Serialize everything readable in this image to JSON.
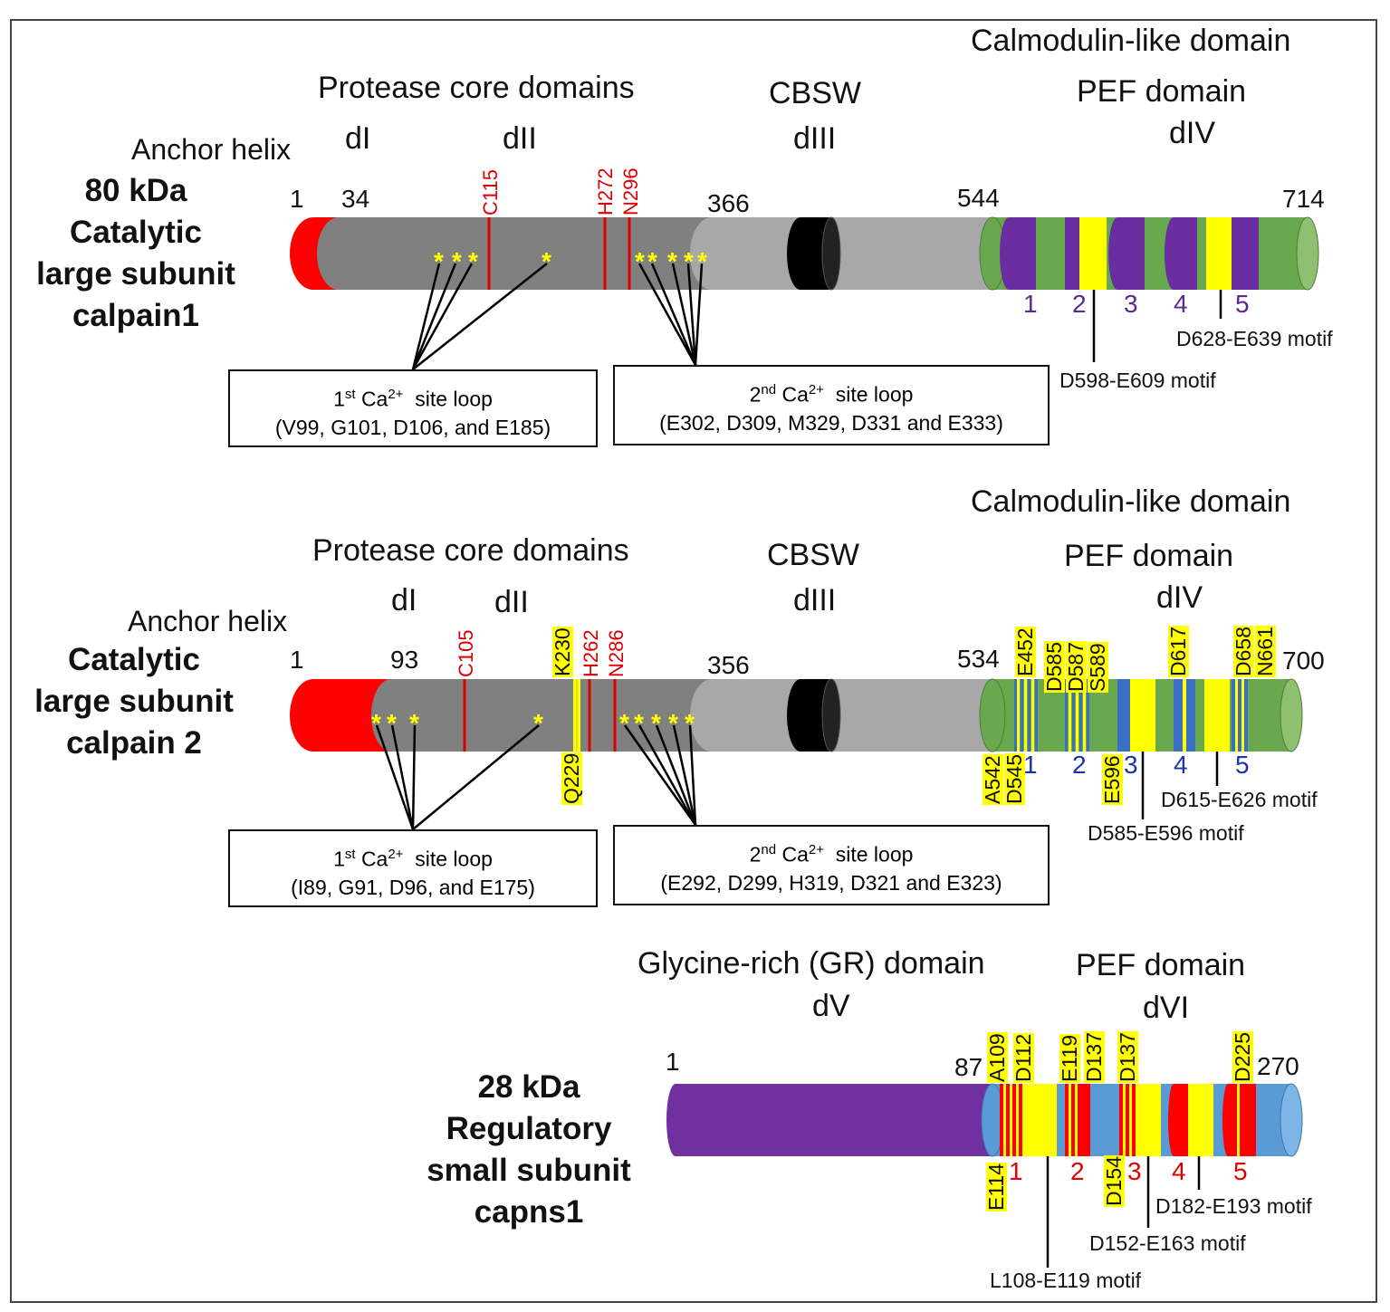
{
  "colors": {
    "anchor": "#ff0000",
    "core": "#808080",
    "cbsw": "#a8a8a8",
    "band": "#000000",
    "pef_large": "#6aa84f",
    "ef_hand_large1": "#6a2ea0",
    "ef_hand_large2": "#3a6fc4",
    "gr_domain": "#7030a0",
    "pef_small": "#5b9bd5",
    "motif_highlight": "#ffff00"
  },
  "calpain1": {
    "label_line1": "80 kDa",
    "label_line2": "Catalytic",
    "label_line3": "large subunit",
    "label_line4": "calpain1",
    "anchor": "Anchor helix",
    "core_title": "Protease core domains",
    "dI": "dI",
    "dII": "dII",
    "cbsw": "CBSW",
    "dIII": "dIII",
    "cam": "Calmodulin-like domain",
    "pef": "PEF domain",
    "dIV": "dIV",
    "pos_1": "1",
    "pos_34": "34",
    "pos_366": "366",
    "pos_544": "544",
    "pos_714": "714",
    "c115": "C115",
    "h272": "H272",
    "n296": "N296",
    "ef_nums": [
      "1",
      "2",
      "3",
      "4",
      "5"
    ],
    "motif_a": "D628-E639 motif",
    "motif_b": "D598-E609 motif",
    "site1_title": "site loop",
    "site1_ord": "1",
    "site1_sup": "st",
    "site1_res": "(V99, G101, D106, and E185)",
    "site2_ord": "2",
    "site2_sup": "nd",
    "site2_title": "site loop",
    "site2_res": "(E302, D309, M329, D331 and E333)",
    "ca": "Ca",
    "ca_sup": "2+"
  },
  "calpain2": {
    "label_line1": "Catalytic",
    "label_line2": "large subunit",
    "label_line3": "calpain 2",
    "anchor": "Anchor helix",
    "core_title": "Protease core domains",
    "dI": "dI",
    "dII": "dII",
    "cbsw": "CBSW",
    "dIII": "dIII",
    "cam": "Calmodulin-like domain",
    "pef": "PEF domain",
    "dIV": "dIV",
    "pos_1": "1",
    "pos_93": "93",
    "pos_356": "356",
    "pos_534": "534",
    "pos_700": "700",
    "c105": "C105",
    "k230": "K230",
    "h262": "H262",
    "n286": "N286",
    "q229": "Q229",
    "e452": "E452",
    "d585": "D585",
    "d587": "D587",
    "s589": "S589",
    "d617": "D617",
    "d658": "D658",
    "n661": "N661",
    "a542": "A542",
    "d545": "D545",
    "e596": "E596",
    "ef_nums": [
      "1",
      "2",
      "3",
      "4",
      "5"
    ],
    "motif_a": "D615-E626 motif",
    "motif_b": "D585-E596 motif",
    "site1_ord": "1",
    "site1_sup": "st",
    "site1_title": "site loop",
    "site1_res": "(I89, G91, D96, and E175)",
    "site2_ord": "2",
    "site2_sup": "nd",
    "site2_title": "site loop",
    "site2_res": "(E292, D299, H319, D321 and E323)",
    "ca": "Ca",
    "ca_sup": "2+"
  },
  "capns1": {
    "label_line1": "28 kDa",
    "label_line2": "Regulatory",
    "label_line3": "small subunit",
    "label_line4": "capns1",
    "gr_title": "Glycine-rich (GR) domain",
    "dV": "dV",
    "pef": "PEF domain",
    "dVI": "dVI",
    "pos_1": "1",
    "pos_87": "87",
    "pos_270": "270",
    "a109": "A109",
    "d112": "D112",
    "e119": "E119",
    "d137a": "D137",
    "d137b": "D137",
    "d225": "D225",
    "e114": "E114",
    "d154": "D154",
    "ef_nums": [
      "1",
      "2",
      "3",
      "4",
      "5"
    ],
    "motif_a": "D182-E193 motif",
    "motif_b": "D152-E163 motif",
    "motif_c": "L108-E119 motif"
  }
}
